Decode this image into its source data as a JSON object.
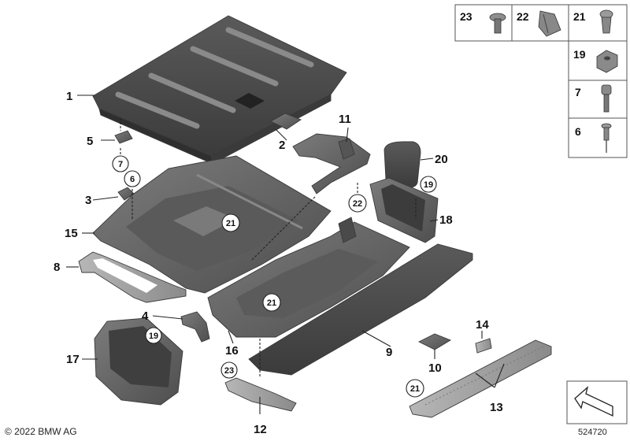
{
  "callouts": {
    "p1": "1",
    "p2": "2",
    "p3": "3",
    "p4": "4",
    "p5": "5",
    "p8": "8",
    "p9": "9",
    "p10": "10",
    "p11": "11",
    "p12": "12",
    "p13": "13",
    "p14": "14",
    "p15": "15",
    "p16": "16",
    "p17": "17",
    "p18": "18",
    "p20": "20"
  },
  "circled": {
    "c7": "7",
    "c6": "6",
    "c21a": "21",
    "c21b": "21",
    "c21c": "21",
    "c22": "22",
    "c19a": "19",
    "c19b": "19",
    "c23": "23"
  },
  "fastener_legend": {
    "n23": "23",
    "n22": "22",
    "n21": "21",
    "n19": "19",
    "n7": "7",
    "n6": "6"
  },
  "footer": {
    "copyright": "© 2022 BMW AG",
    "doc_number": "524720"
  },
  "colors": {
    "part_dark": "#4d4d4d",
    "part_mid": "#6b6b6b",
    "part_light": "#9a9a9a",
    "line": "#222222"
  }
}
